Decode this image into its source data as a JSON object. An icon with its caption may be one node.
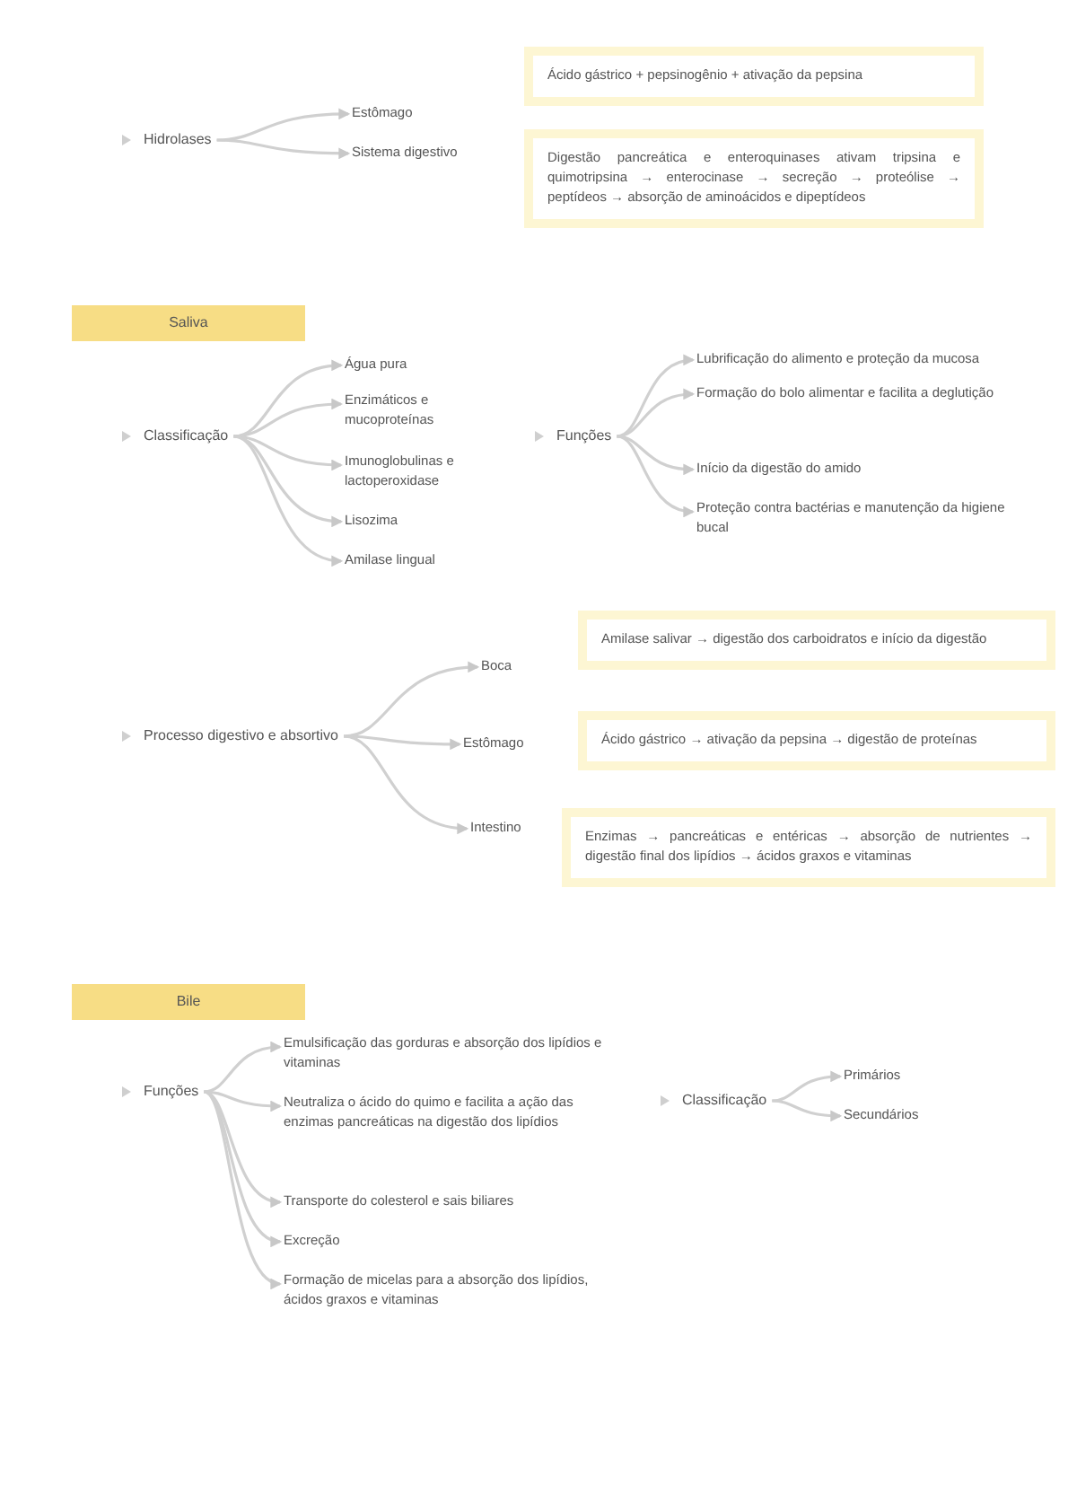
{
  "diagram": {
    "nodes": [
      {
        "text": [
          "Hidrolases"
        ]
      },
      {
        "text": [
          "Estômago"
        ]
      },
      {
        "text": [
          "Sistema digestivo"
        ]
      },
      {
        "text": [
          "Ácido gástrico + pepsinogênio + ativação da pepsina"
        ]
      },
      {
        "text": [
          "Digestão pancreática e enteroquinases ativam tripsina e quimotripsina → enterocinase → secreção → proteólise → peptídeos → absorção de aminoácidos e dipeptídeos"
        ]
      },
      {
        "text": [
          "Saliva"
        ]
      },
      {
        "text": [
          "Classificação"
        ]
      },
      {
        "text": [
          "Água pura"
        ]
      },
      {
        "text": [
          "Enzimáticos e mucoproteínas"
        ]
      },
      {
        "text": [
          "Imunoglobulinas e lactoperoxidase"
        ]
      },
      {
        "text": [
          "Lisozima"
        ]
      },
      {
        "text": [
          "Amilase lingual"
        ]
      },
      {
        "text": [
          "Funções"
        ]
      },
      {
        "text": [
          "Lubrificação do alimento e proteção da mucosa"
        ]
      },
      {
        "text": [
          "Formação do bolo alimentar e facilita a deglutição"
        ]
      },
      {
        "text": [
          "Início da digestão do amido"
        ]
      },
      {
        "text": [
          "Proteção contra bactérias e manutenção da higiene bucal"
        ]
      },
      {
        "text": [
          "Processo digestivo e absortivo"
        ]
      },
      {
        "text": [
          "Boca"
        ]
      },
      {
        "text": [
          "Estômago"
        ]
      },
      {
        "text": [
          "Intestino"
        ]
      },
      {
        "text": [
          "Amilase salivar → digestão dos carboidratos e início da digestão"
        ]
      },
      {
        "text": [
          "Ácido gástrico → ativação da pepsina → digestão de proteínas"
        ]
      },
      {
        "text": [
          "Enzimas → pancreáticas e entéricas → absorção de nutrientes → digestão final dos lipídios → ácidos graxos e vitaminas"
        ]
      },
      {
        "text": [
          "Bile"
        ]
      },
      {
        "text": [
          "Funções"
        ]
      },
      {
        "text": [
          "Emulsificação das gorduras e absorção dos lipídios e vitaminas"
        ]
      },
      {
        "text": [
          "Neutraliza o ácido do quimo e facilita a ação das enzimas pancreáticas na digestão dos lipídios"
        ]
      },
      {
        "text": [
          "Transporte do colesterol e sais biliares"
        ]
      },
      {
        "text": [
          "Excreção"
        ]
      },
      {
        "text": [
          "Formação de micelas para a absorção dos lipídios, ácidos graxos e vitaminas"
        ]
      },
      {
        "text": [
          "Classificação"
        ]
      },
      {
        "text": [
          "Primários"
        ]
      },
      {
        "text": [
          "Secundários"
        ]
      }
    ],
    "edges": [
      {
        "from": 0,
        "to": 1,
        "arrow": "to"
      },
      {
        "from": 0,
        "to": 2,
        "arrow": "to"
      },
      {
        "from": 6,
        "to": 7,
        "arrow": "to"
      },
      {
        "from": 6,
        "to": 8,
        "arrow": "to"
      },
      {
        "from": 6,
        "to": 9,
        "arrow": "to"
      },
      {
        "from": 6,
        "to": 10,
        "arrow": "to"
      },
      {
        "from": 6,
        "to": 11,
        "arrow": "to"
      },
      {
        "from": 12,
        "to": 13,
        "arrow": "to"
      },
      {
        "from": 12,
        "to": 14,
        "arrow": "to"
      },
      {
        "from": 12,
        "to": 15,
        "arrow": "to"
      },
      {
        "from": 12,
        "to": 16,
        "arrow": "to"
      },
      {
        "from": 17,
        "to": 18,
        "arrow": "to"
      },
      {
        "from": 17,
        "to": 19,
        "arrow": "to"
      },
      {
        "from": 17,
        "to": 20,
        "arrow": "to"
      },
      {
        "from": 25,
        "to": 26,
        "arrow": "to"
      },
      {
        "from": 25,
        "to": 27,
        "arrow": "to"
      },
      {
        "from": 25,
        "to": 28,
        "arrow": "to"
      },
      {
        "from": 25,
        "to": 29,
        "arrow": "to"
      },
      {
        "from": 25,
        "to": 30,
        "arrow": "to"
      },
      {
        "from": 31,
        "to": 32,
        "arrow": "to"
      },
      {
        "from": 31,
        "to": 33,
        "arrow": "to"
      }
    ]
  }
}
